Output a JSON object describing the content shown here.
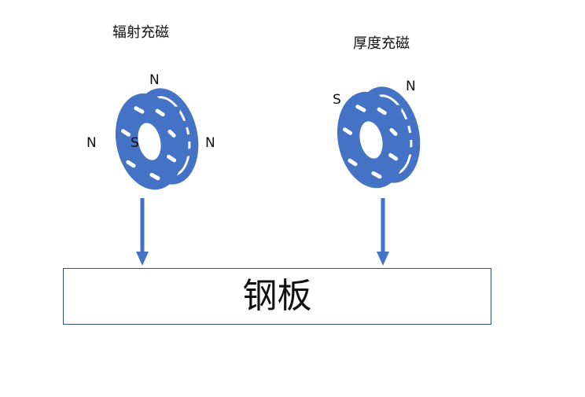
{
  "colors": {
    "magnet": "#4472c4",
    "plate_border": "#2f4d78",
    "text": "#111111"
  },
  "radial_magnet": {
    "title": "辐射充磁",
    "pole_top": "N",
    "pole_left": "N",
    "pole_center": "S",
    "pole_right": "N"
  },
  "thickness_magnet": {
    "title": "厚度充磁",
    "pole_left": "S",
    "pole_right": "N"
  },
  "plate": {
    "label": "钢板"
  }
}
